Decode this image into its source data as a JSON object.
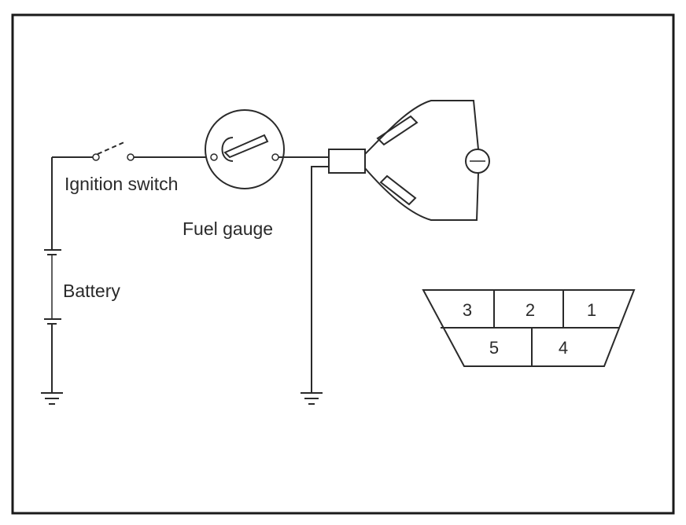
{
  "labels": {
    "ignition_switch": "Ignition switch",
    "fuel_gauge": "Fuel gauge",
    "battery": "Battery"
  },
  "connector": {
    "top_pins": [
      "3",
      "2",
      "1"
    ],
    "bottom_pins": [
      "5",
      "4"
    ]
  },
  "colors": {
    "line": "#2a2a2a",
    "background": "#ffffff"
  }
}
